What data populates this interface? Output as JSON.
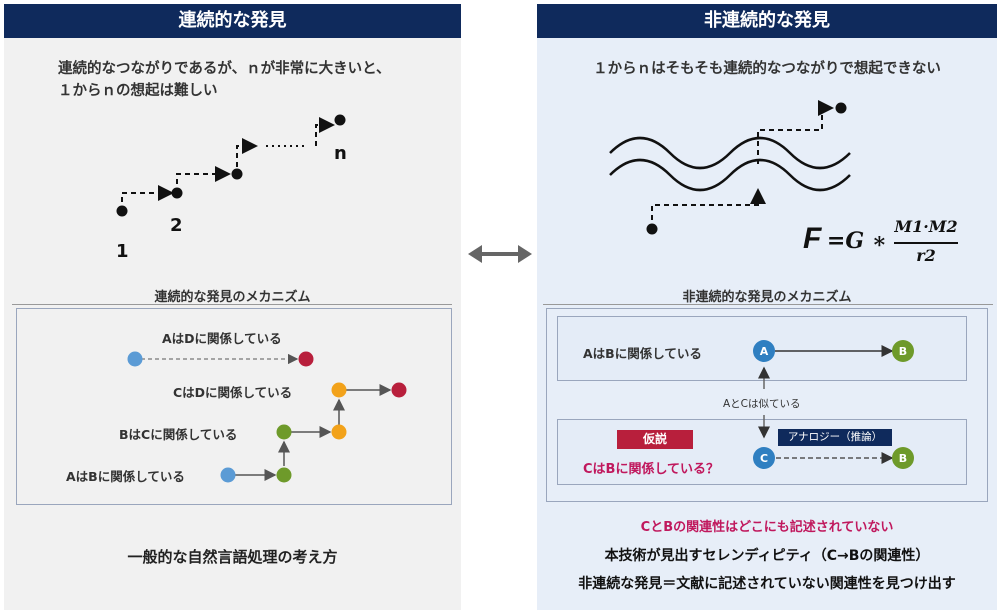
{
  "left": {
    "title": "連続的な発見",
    "desc_line1": "連続的なつながりであるが、ｎが非常に大きいと、",
    "desc_line2": "１からｎの想起は難しい",
    "label_1": "1",
    "label_2": "2",
    "label_n": "n",
    "mechanism_title": "連続的な発見のメカニズム",
    "m1": "AはDに関係している",
    "m2": "CはDに関係している",
    "m3": "BはCに関係している",
    "m4": "AはBに関係している",
    "footer": "一般的な自然言語処理の考え方"
  },
  "right": {
    "title": "非連続的な発見",
    "desc": "１からｎはそもそも連続的なつながりで想起できない",
    "formula_f": "F",
    "formula_eq": "=G ∗",
    "formula_num": "M1·M2",
    "formula_den": "r2",
    "mechanism_title": "非連続的な発見のメカニズム",
    "rel_ab": "AはBに関係している",
    "node_a": "A",
    "node_b": "B",
    "node_c": "C",
    "similar": "AとCは似ている",
    "hypothesis_badge": "仮説",
    "hypothesis_q": "CはBに関係している？",
    "analogy": "アナロジー（推論）",
    "note": "CとBの関連性はどこにも記述されていない",
    "summary1": "本技術が見出すセレンディピティ（C→Bの関連性）",
    "summary2": "非連続な発見＝文献に記述されていない関連性を見つけ出す"
  },
  "colors": {
    "header": "#0f2a5c",
    "blue_node": "#2f7fc1",
    "green_node": "#6e9a2a",
    "red": "#b81f3c",
    "orange_node": "#f2a21a",
    "light_blue_node": "#5b9bd5",
    "crimson_text": "#c0185d"
  }
}
